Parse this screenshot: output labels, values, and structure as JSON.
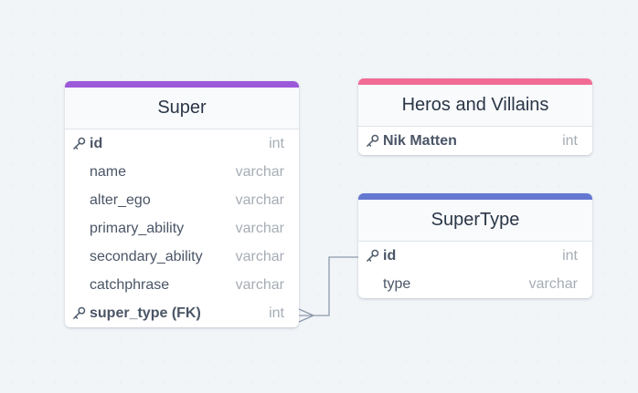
{
  "diagram": {
    "colors": {
      "background": "#f1f5f8",
      "super_accent": "#9b59d9",
      "heros_accent": "#f16c95",
      "supertype_accent": "#6477d1",
      "connector": "#8e9aab"
    },
    "tables": [
      {
        "title": "Super",
        "columns": [
          {
            "name": "id",
            "type": "int",
            "key": true
          },
          {
            "name": "name",
            "type": "varchar",
            "key": false
          },
          {
            "name": "alter_ego",
            "type": "varchar",
            "key": false
          },
          {
            "name": "primary_ability",
            "type": "varchar",
            "key": false
          },
          {
            "name": "secondary_ability",
            "type": "varchar",
            "key": false
          },
          {
            "name": "catchphrase",
            "type": "varchar",
            "key": false
          },
          {
            "name": "super_type (FK)",
            "type": "int",
            "key": true
          }
        ]
      },
      {
        "title": "Heros and Villains",
        "columns": [
          {
            "name": "Nik Matten",
            "type": "int",
            "key": true
          }
        ]
      },
      {
        "title": "SuperType",
        "columns": [
          {
            "name": "id",
            "type": "int",
            "key": true
          },
          {
            "name": "type",
            "type": "varchar",
            "key": false
          }
        ]
      }
    ],
    "relationship": {
      "from": "SuperType.id",
      "to": "Super.super_type (FK)",
      "cardinality": "one-to-many"
    }
  }
}
